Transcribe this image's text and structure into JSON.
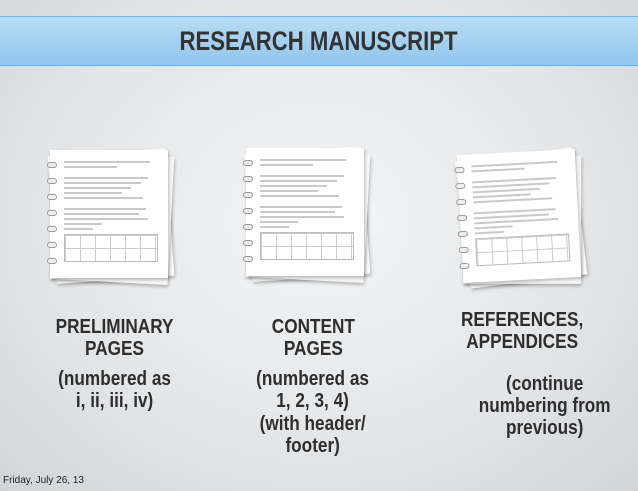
{
  "title": "RESEARCH MANUSCRIPT",
  "columns": [
    {
      "heading": "PRELIMINARY\nPAGES",
      "note": "(numbered as\ni, ii, iii, iv)",
      "extra": ""
    },
    {
      "heading": "CONTENT\nPAGES",
      "note": "(numbered as\n1, 2, 3, 4)",
      "extra": "(with header/\nfooter)"
    },
    {
      "heading": "REFERENCES,\nAPPENDICES",
      "note": "(continue\nnumbering from\nprevious)",
      "extra": ""
    }
  ],
  "footer": "Friday, July 26, 13"
}
